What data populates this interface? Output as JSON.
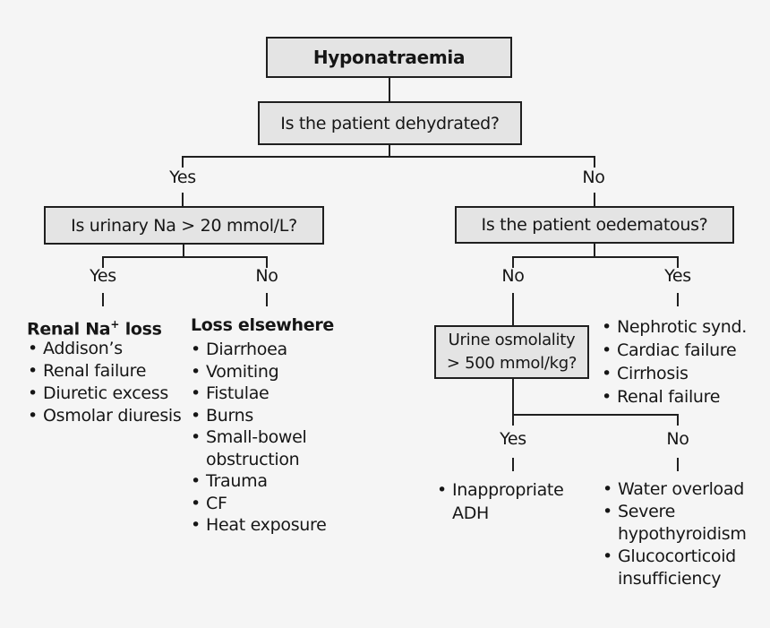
{
  "page": {
    "colors": {
      "background": "#f5f5f5",
      "box_fill": "#e4e4e4",
      "box_border": "#1f1f1f",
      "line": "#1f1f1f",
      "text": "#161616"
    }
  },
  "nodes": {
    "root": "Hyponatraemia",
    "q_dehydrated": "Is the patient dehydrated?",
    "q_urinary_na": "Is urinary Na > 20 mmol/L?",
    "q_oedematous": "Is the patient oedematous?",
    "q_urine_osmolality_line1": "Urine osmolality",
    "q_urine_osmolality_line2": "> 500 mmol/kg?"
  },
  "labels": {
    "dehydrated_yes": "Yes",
    "dehydrated_no": "No",
    "urinary_yes": "Yes",
    "urinary_no": "No",
    "oedematous_no": "No",
    "oedematous_yes": "Yes",
    "osmolality_yes": "Yes",
    "osmolality_no": "No"
  },
  "outcomes": {
    "renal_loss": {
      "title_pre": "Renal Na",
      "title_sup": "+",
      "title_post": " loss",
      "items": [
        "Addison’s",
        "Renal failure",
        "Diuretic excess",
        "Osmolar diuresis"
      ]
    },
    "loss_elsewhere": {
      "title": "Loss elsewhere",
      "items": [
        "Diarrhoea",
        "Vomiting",
        "Fistulae",
        "Burns",
        "Small-bowel obstruction",
        "Trauma",
        "CF",
        "Heat exposure"
      ]
    },
    "oedematous_yes_list": {
      "items": [
        "Nephrotic synd.",
        "Cardiac failure",
        "Cirrhosis",
        "Renal failure"
      ]
    },
    "osmolality_yes_list": {
      "items": [
        "Inappropriate ADH"
      ]
    },
    "osmolality_no_list": {
      "items": [
        "Water overload",
        "Severe hypothyroidism",
        "Glucocorticoid insufficiency"
      ]
    }
  }
}
